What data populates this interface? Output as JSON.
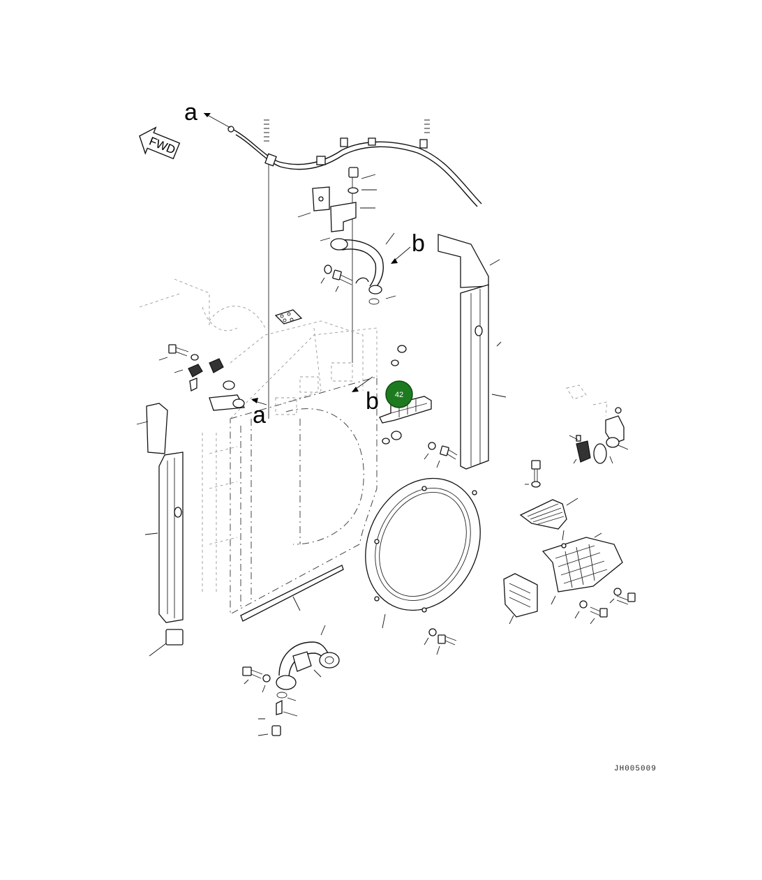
{
  "diagram": {
    "drawing_code": "JH005009",
    "direction_label": "FWD",
    "section_labels": {
      "a_top": "a",
      "b_right": "b",
      "b_center": "b",
      "a_lower": "a"
    },
    "callouts": [
      {
        "number": "42",
        "color": "#1e7a1e"
      }
    ]
  }
}
